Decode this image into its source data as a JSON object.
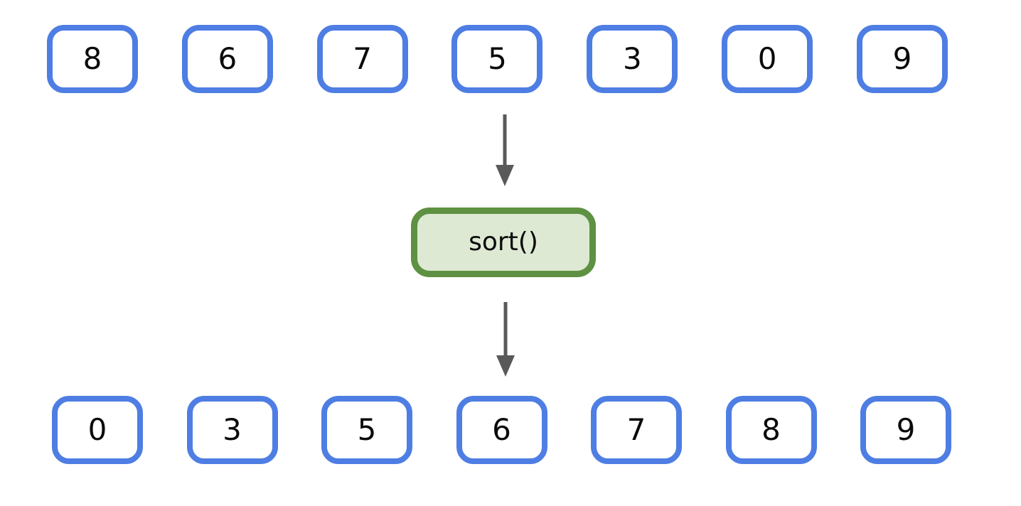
{
  "diagram": {
    "input_row": [
      "8",
      "6",
      "7",
      "5",
      "3",
      "0",
      "9"
    ],
    "operation": {
      "label": "sort()"
    },
    "output_row": [
      "0",
      "3",
      "5",
      "6",
      "7",
      "8",
      "9"
    ],
    "icons": {
      "flow_arrow": "down-arrow"
    },
    "colors": {
      "background": "#ffffff",
      "box_border": "#4e7ee3",
      "box_fill": "#ffffff",
      "number_text": "#0a0a0a",
      "operation_border": "#5e9142",
      "operation_fill": "#dee9d4",
      "arrow": "#595959"
    }
  }
}
